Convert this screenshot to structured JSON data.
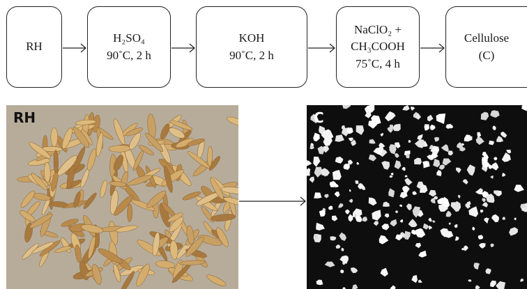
{
  "flow": {
    "steps": [
      {
        "lines": [
          "RH"
        ]
      },
      {
        "lines": [
          "H₂SO₄",
          "90˚C, 2 h"
        ]
      },
      {
        "lines": [
          "KOH",
          "90˚C, 2 h"
        ]
      },
      {
        "lines": [
          "NaClO₂ +",
          "CH₃COOH",
          "75˚C, 4 h"
        ]
      },
      {
        "lines": [
          "Cellulose",
          "(C)"
        ]
      }
    ]
  },
  "photos": {
    "left_label": "RH",
    "right_label": "C"
  },
  "colors": {
    "husk_background": "#b7ac9a",
    "husk_fill": "#c9a063",
    "cellulose_background": "#0e0e0e",
    "cellulose_fill": "#f2f2f2",
    "line": "#222222"
  }
}
